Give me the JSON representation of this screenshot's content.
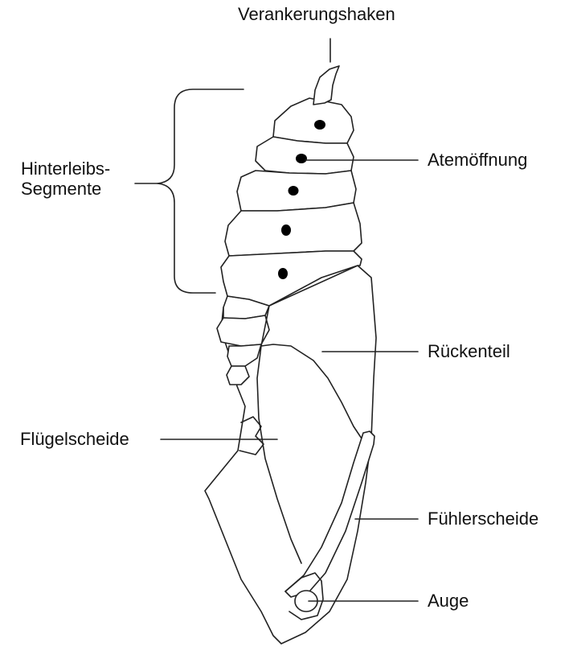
{
  "diagram": {
    "labels": {
      "hook": "Verankerungshaken",
      "abdomen_line1": "Hinterleibs-",
      "abdomen_line2": "Segmente",
      "spiracle": "Atemöffnung",
      "back": "Rückenteil",
      "wing_sheath": "Flügelscheide",
      "antenna_sheath": "Fühlerscheide",
      "eye": "Auge"
    },
    "colors": {
      "line": "#222222",
      "background": "#ffffff",
      "spot": "#000000"
    }
  }
}
